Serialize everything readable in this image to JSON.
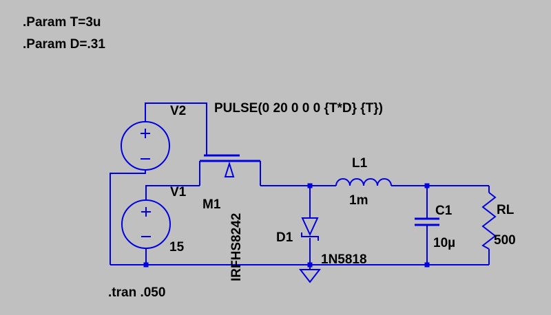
{
  "app": {
    "type": "spice-schematic"
  },
  "colors": {
    "background": "#C0C0C0",
    "wire": "#0000E0",
    "text": "#000000"
  },
  "directives": {
    "param_t": ".Param T=3u",
    "param_d": ".Param D=.31",
    "tran": ".tran .050"
  },
  "components": {
    "v2": {
      "name": "V2",
      "value": "PULSE(0 20 0 0 0 {T*D} {T})"
    },
    "v1": {
      "name": "V1",
      "value": "15"
    },
    "m1": {
      "name": "M1",
      "value": "IRFHS8242"
    },
    "d1": {
      "name": "D1",
      "value": "1N5818"
    },
    "l1": {
      "name": "L1",
      "value": "1m"
    },
    "c1": {
      "name": "C1",
      "value": "10µ"
    },
    "rl": {
      "name": "RL",
      "value": "500"
    }
  }
}
